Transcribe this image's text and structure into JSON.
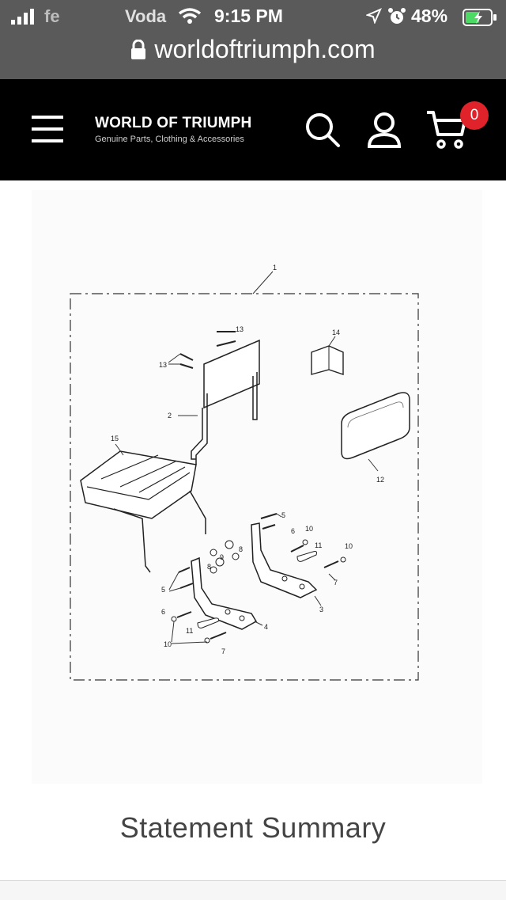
{
  "status_bar": {
    "carrier_faded": "fe",
    "carrier": "Voda",
    "time": "9:15 PM",
    "battery_percent": "48%",
    "icons": [
      "signal-icon",
      "wifi-icon",
      "location-icon",
      "alarm-icon",
      "battery-charging-icon"
    ]
  },
  "browser": {
    "url": "worldoftriumph.com"
  },
  "header": {
    "brand_title": "WORLD OF TRIUMPH",
    "brand_tagline": "Genuine Parts, Clothing & Accessories",
    "cart_count": "0",
    "icons": [
      "menu-icon",
      "search-icon",
      "account-icon",
      "cart-icon"
    ],
    "colors": {
      "header_bg": "#000000",
      "badge": "#e0222b"
    }
  },
  "diagram": {
    "callouts": [
      "1",
      "13",
      "14",
      "13",
      "2",
      "15",
      "12",
      "5",
      "6",
      "10",
      "11",
      "10",
      "8",
      "9",
      "8",
      "5",
      "7",
      "3",
      "6",
      "4",
      "11",
      "10",
      "7"
    ]
  },
  "section": {
    "title": "Statement Summary"
  }
}
